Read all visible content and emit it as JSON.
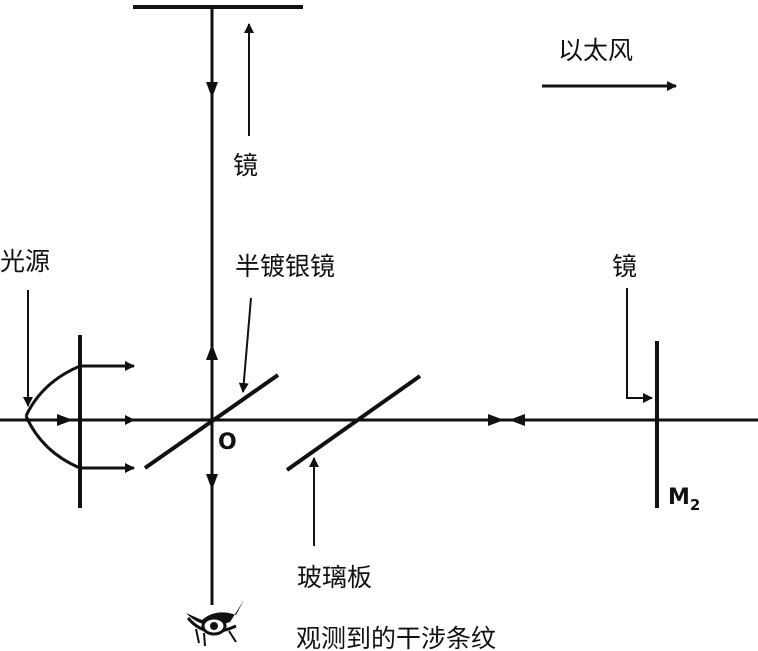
{
  "labels": {
    "ether_wind": "以太风",
    "mirror_top": "镜",
    "light_source": "光源",
    "half_silvered_mirror": "半镀银镜",
    "mirror_right": "镜",
    "origin": "O",
    "glass_plate": "玻璃板",
    "m2_letter": "M",
    "m2_subscript": "2",
    "observed_fringes": "观测到的干涉条纹"
  },
  "colors": {
    "ink": "#111111",
    "background": "#ffffff"
  }
}
